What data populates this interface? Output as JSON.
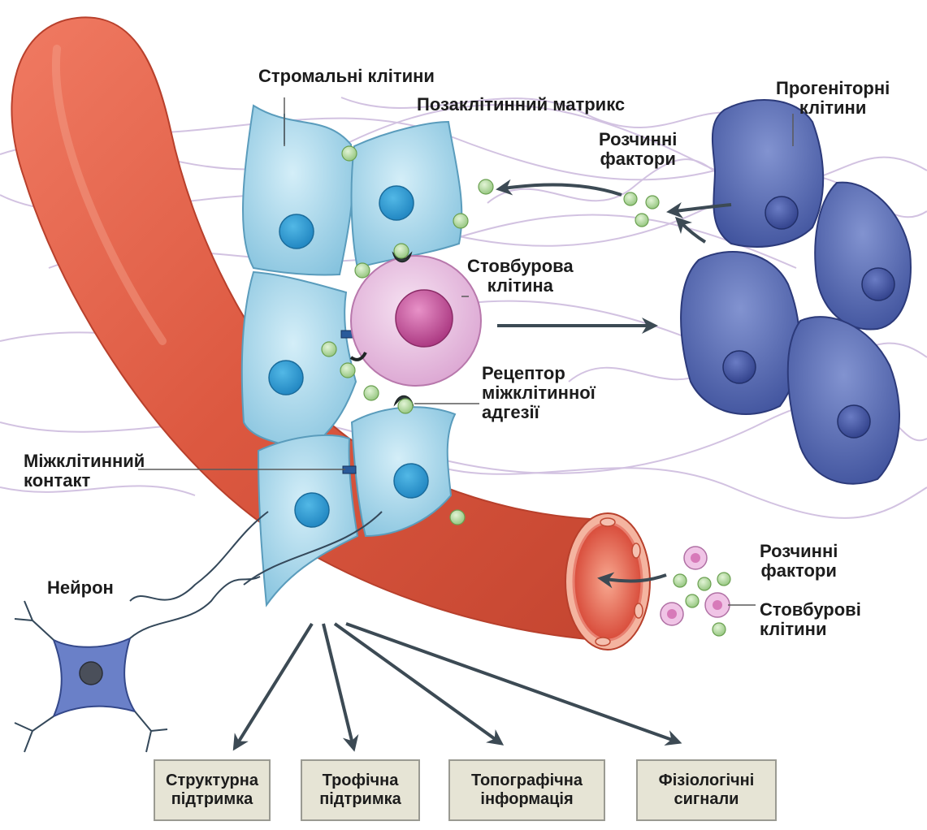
{
  "labels": {
    "stromal_cells": "Стромальні клітини",
    "extracellular_matrix": "Позаклітинний матрикс",
    "progenitor_cells": [
      "Прогеніторні",
      "клітини"
    ],
    "soluble_factors_top": [
      "Розчинні",
      "фактори"
    ],
    "stem_cell": [
      "Стовбурова",
      "клітина"
    ],
    "adhesion_receptor": [
      "Рецептор",
      "міжклітинної",
      "адгезії"
    ],
    "cell_junction": [
      "Міжклітинний",
      "контакт"
    ],
    "neuron": "Нейрон",
    "soluble_factors_bottom": [
      "Розчинні",
      "фактори"
    ],
    "stem_cells_blood": [
      "Стовбурові",
      "клітини"
    ]
  },
  "boxes": [
    [
      "Структурна",
      "підтримка"
    ],
    [
      "Трофічна",
      "підтримка"
    ],
    [
      "Топографічна",
      "інформація"
    ],
    [
      "Фізіологічні",
      "сигнали"
    ]
  ],
  "colors": {
    "vessel": "#e0604a",
    "stromal": "#a8d6ea",
    "progenitor": "#5a6fb4",
    "stem": "#e0a8d6",
    "factor": "#b4dca0",
    "fibers": "#c8b4d8",
    "arrow": "#3c4a54"
  }
}
